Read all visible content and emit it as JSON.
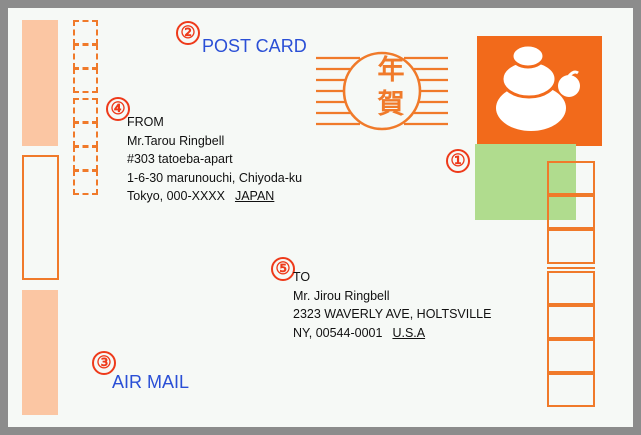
{
  "labels": {
    "post_card": "POST CARD",
    "air_mail": "AIR MAIL"
  },
  "markers": [
    "①",
    "②",
    "③",
    "④",
    "⑤"
  ],
  "postmark": {
    "chars": [
      "年",
      "賀"
    ]
  },
  "sender": {
    "heading": "FROM",
    "name": "Mr.Tarou Ringbell",
    "line1": "#303 tatoeba-apart",
    "line2": "1-6-30 marunouchi, Chiyoda-ku",
    "line3": "Tokyo, 000-XXXX",
    "country": "JAPAN"
  },
  "recipient": {
    "heading": "TO",
    "name": "Mr. Jirou Ringbell",
    "line1": "2323 WAVERLY AVE, HOLTSVILLE",
    "line2": "NY, 00544-0001",
    "country": "U.S.A"
  },
  "colors": {
    "accent_orange": "#f07a2a",
    "peach": "#fbc6a3",
    "stamp_orange": "#f26a1b",
    "label_green": "#b0dc8e",
    "label_blue": "#2a4fd6",
    "marker_red": "#ee3a1a",
    "border_gray": "#8c8c8c"
  }
}
